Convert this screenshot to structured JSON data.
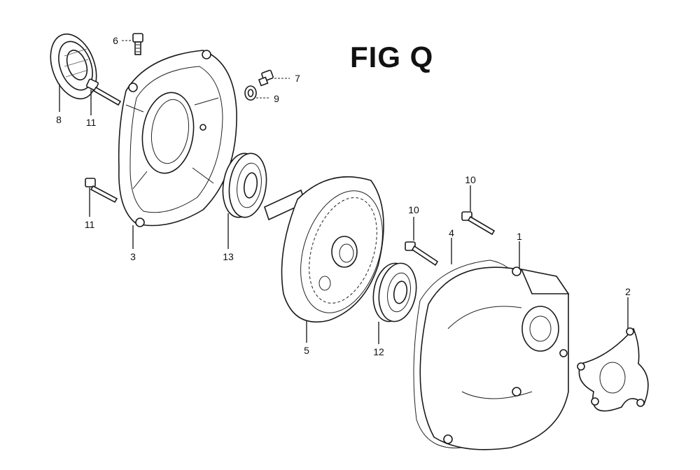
{
  "title": "FIG Q",
  "callouts": [
    "1",
    "2",
    "3",
    "4",
    "5",
    "6",
    "7",
    "8",
    "9",
    "10",
    "10",
    "11",
    "11",
    "12",
    "13"
  ]
}
